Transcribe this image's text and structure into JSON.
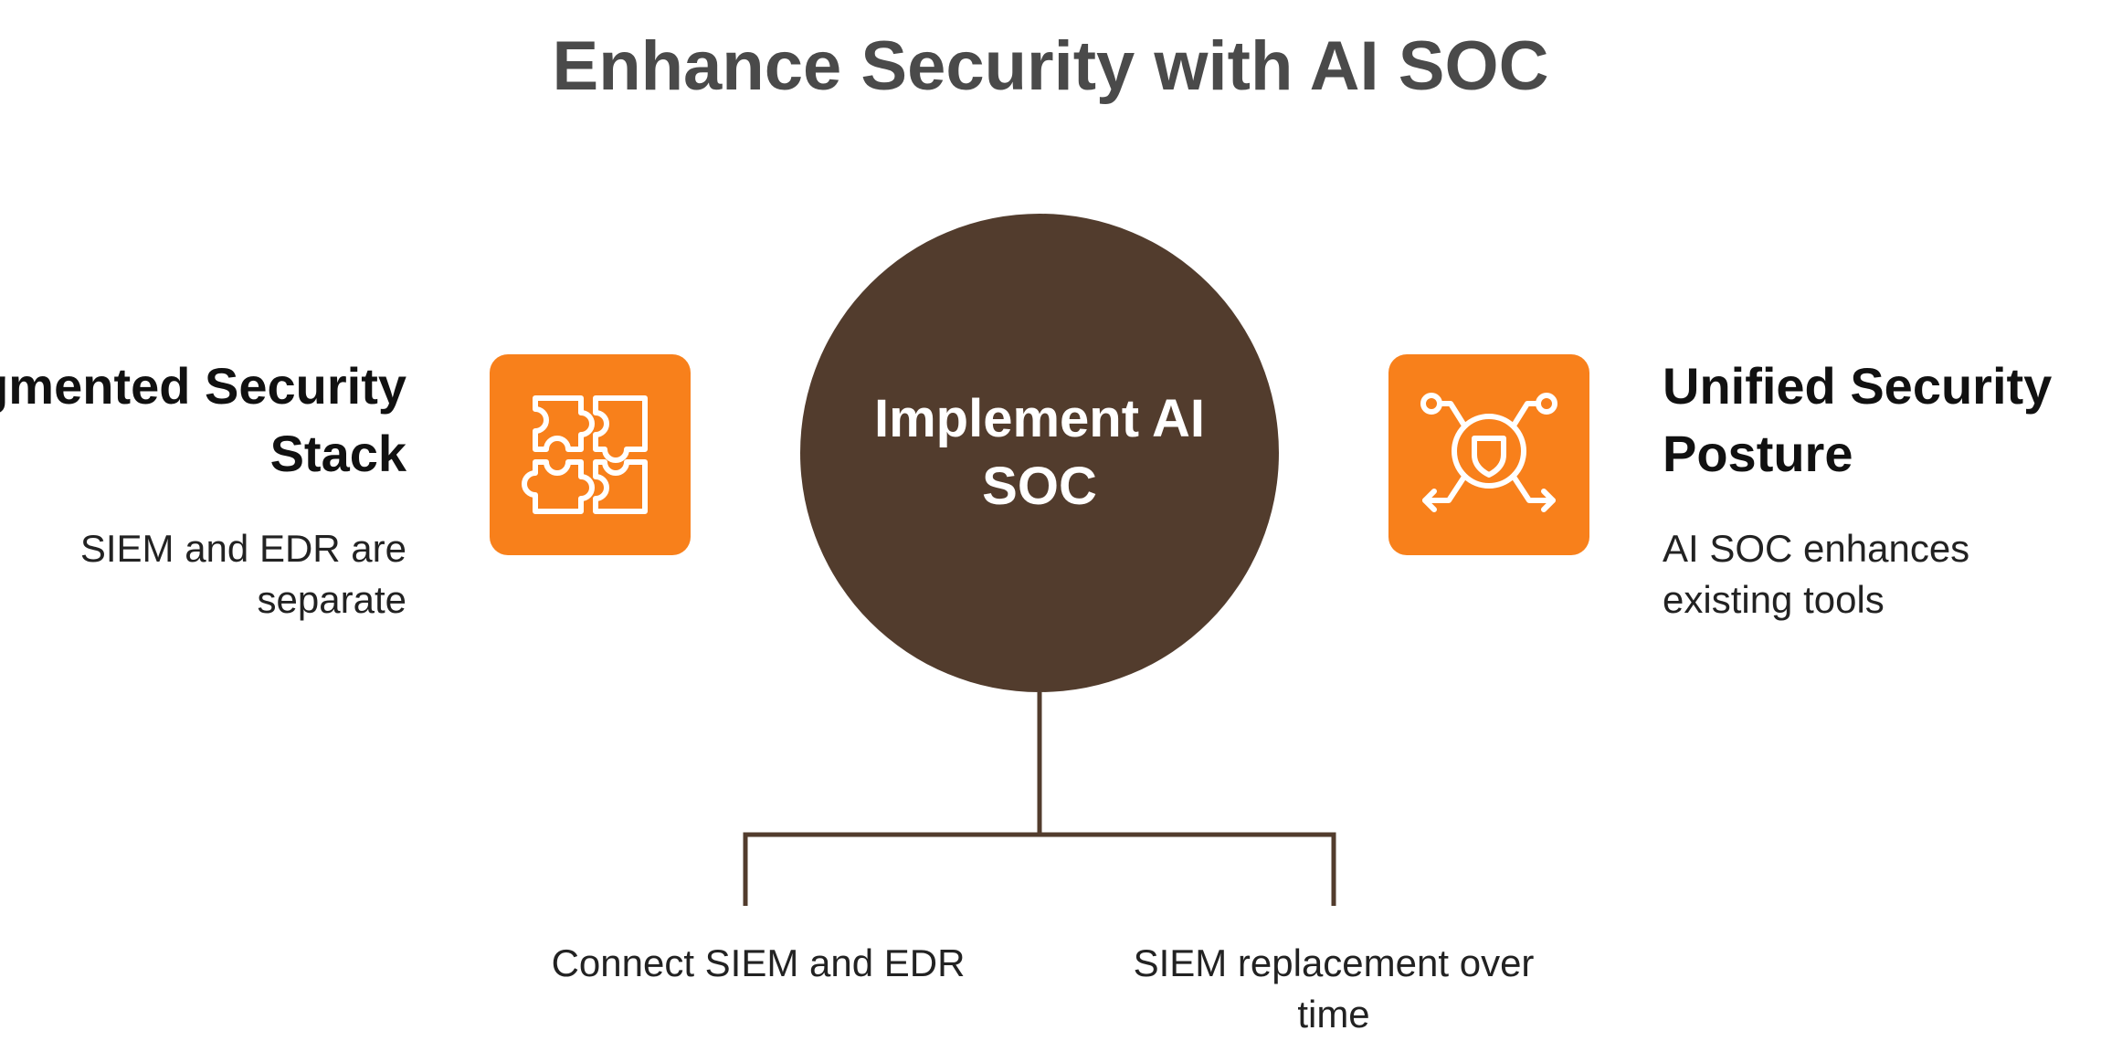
{
  "title": "Enhance Security with AI SOC",
  "left": {
    "heading": "Fragmented Security Stack",
    "text": "SIEM and EDR are separate",
    "icon": "puzzle-icon"
  },
  "center": {
    "label": "Implement AI SOC"
  },
  "right": {
    "heading": "Unified Security Posture",
    "text": "AI SOC enhances existing tools",
    "icon": "shield-network-icon"
  },
  "branches": [
    {
      "label": "Connect SIEM and EDR"
    },
    {
      "label": "SIEM replacement over time"
    }
  ],
  "colors": {
    "accent": "#f8801b",
    "hub": "#523c2d",
    "title": "#4a4a4a",
    "text": "#111111"
  }
}
